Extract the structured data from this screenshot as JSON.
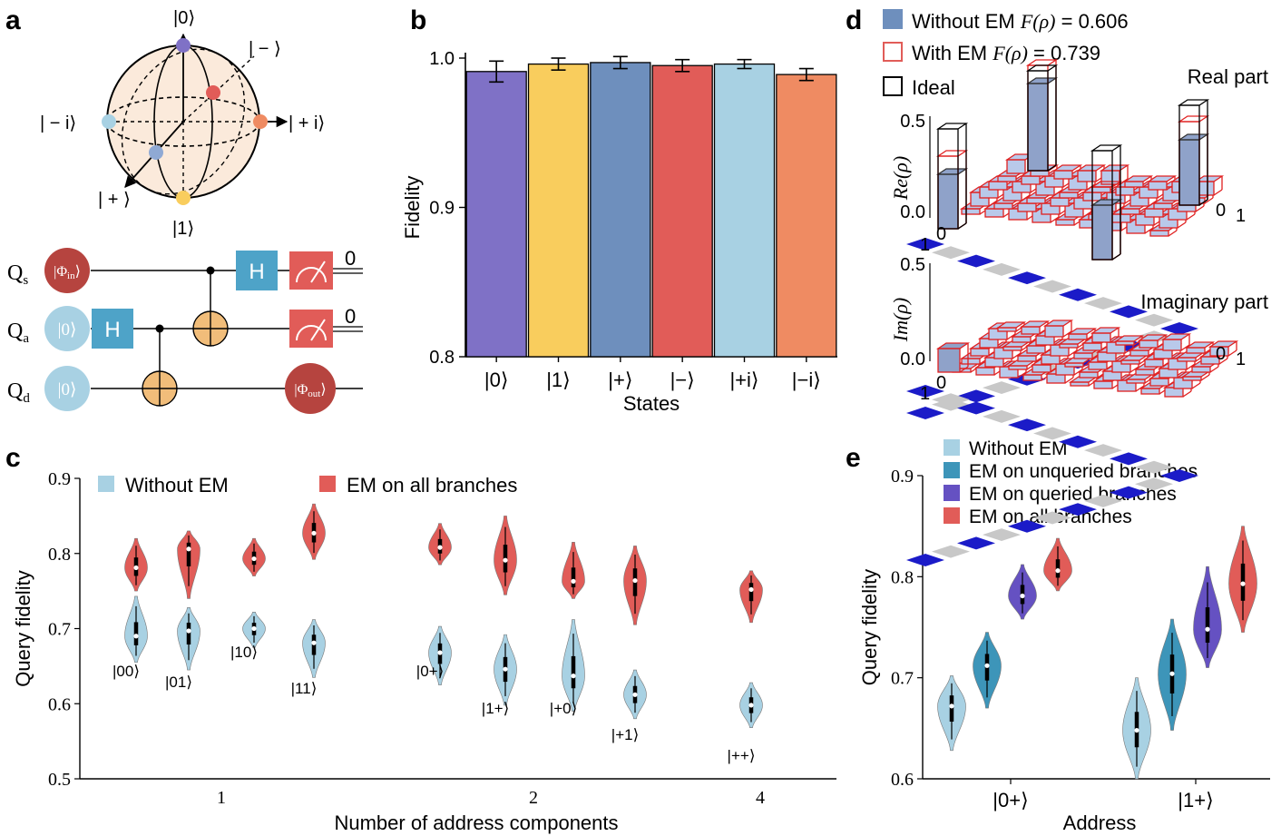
{
  "panel_labels": {
    "a": "a",
    "b": "b",
    "c": "c",
    "d": "d",
    "e": "e"
  },
  "colors": {
    "purple": "#7f71c6",
    "yellow": "#f9cd5d",
    "steel": "#6e8fbd",
    "red": "#e15c58",
    "lightblue": "#a8d1e3",
    "orange": "#ef8b62",
    "teal": "#3d95b9",
    "violet": "#6551c2",
    "circuit_red": "#b6443f",
    "circuit_blue": "#4ea3c8",
    "circuit_orange": "#f1bd7a",
    "sphere": "#fbeadb"
  },
  "bloch": {
    "labels": {
      "zero": "|0⟩",
      "one": "|1⟩",
      "minus": "| − ⟩",
      "plus": "| + ⟩",
      "plus_i": "| + i⟩",
      "minus_i": "| − i⟩"
    }
  },
  "circuit": {
    "qubits": [
      "Q",
      "Q",
      "Q"
    ],
    "subscripts": [
      "s",
      "a",
      "d"
    ],
    "input_state": "|Φ",
    "input_sub": "in",
    "output_state": "|Φ",
    "output_sub": "out",
    "ket_zero": "|0⟩",
    "gate_h": "H",
    "readout": [
      "0",
      "0"
    ]
  },
  "panel_d": {
    "legend": [
      {
        "label": "Without EM",
        "fidelity_label": "F(ρ)",
        "value": "= 0.606"
      },
      {
        "label": "With EM",
        "fidelity_label": "F(ρ)",
        "value": "= 0.739"
      },
      {
        "label": "Ideal"
      }
    ],
    "real_title": "Real part",
    "imag_title": "Imaginary part",
    "real_axis": "Re(ρ)",
    "imag_axis": "Im(ρ)",
    "ticks": [
      "0.5",
      "0.0"
    ],
    "corner_labels": [
      "0",
      "1",
      "0",
      "1"
    ]
  },
  "chart_data": [
    {
      "panel": "b",
      "type": "bar",
      "categories": [
        "|0⟩",
        "|1⟩",
        "|+⟩",
        "|−⟩",
        "|+i⟩",
        "|−i⟩"
      ],
      "values": [
        0.991,
        0.996,
        0.997,
        0.995,
        0.996,
        0.989
      ],
      "errors": [
        0.007,
        0.004,
        0.004,
        0.004,
        0.003,
        0.004
      ],
      "colors": [
        "#7f71c6",
        "#f9cd5d",
        "#6e8fbd",
        "#e15c58",
        "#a8d1e3",
        "#ef8b62"
      ],
      "xlabel": "States",
      "ylabel": "Fidelity",
      "ylim": [
        0.8,
        1.0
      ],
      "yticks": [
        "0.8",
        "0.9",
        "1.0"
      ]
    },
    {
      "panel": "c",
      "type": "violin",
      "xlabel": "Number of address components",
      "ylabel": "Query fidelity",
      "ylim": [
        0.5,
        0.9
      ],
      "yticks": [
        "0.5",
        "0.6",
        "0.7",
        "0.8",
        "0.9"
      ],
      "group_ticks": [
        "1",
        "2",
        "4"
      ],
      "legend": [
        "Without EM",
        "EM on all branches"
      ],
      "series": [
        {
          "name": "Without EM",
          "color": "#a8d1e3",
          "labels": [
            "|00⟩",
            "|01⟩",
            "|10⟩",
            "|11⟩",
            "|0+⟩",
            "|1+⟩",
            "|+0⟩",
            "|+1⟩",
            "|++⟩"
          ],
          "median": [
            0.69,
            0.697,
            0.7,
            0.681,
            0.668,
            0.646,
            0.637,
            0.612,
            0.598
          ],
          "min": [
            0.655,
            0.645,
            0.675,
            0.635,
            0.625,
            0.598,
            0.59,
            0.58,
            0.568
          ],
          "max": [
            0.743,
            0.728,
            0.722,
            0.712,
            0.703,
            0.692,
            0.712,
            0.645,
            0.628
          ]
        },
        {
          "name": "EM on all branches",
          "color": "#e15c58",
          "median": [
            0.781,
            0.806,
            0.793,
            0.827,
            0.808,
            0.791,
            0.763,
            0.764,
            0.752
          ],
          "min": [
            0.75,
            0.74,
            0.77,
            0.792,
            0.785,
            0.745,
            0.74,
            0.705,
            0.708
          ],
          "max": [
            0.82,
            0.83,
            0.82,
            0.866,
            0.84,
            0.85,
            0.815,
            0.81,
            0.777
          ]
        }
      ]
    },
    {
      "panel": "e",
      "type": "violin",
      "xlabel": "Address",
      "ylabel": "Query fidelity",
      "ylim": [
        0.6,
        0.9
      ],
      "yticks": [
        "0.6",
        "0.7",
        "0.8",
        "0.9"
      ],
      "categories": [
        "|0+⟩",
        "|1+⟩"
      ],
      "legend": [
        "Without EM",
        "EM on unqueried branches",
        "EM on queried branches",
        "EM on all branches"
      ],
      "series": [
        {
          "name": "Without EM",
          "color": "#a8d1e3",
          "median": [
            0.672,
            0.648
          ],
          "min": [
            0.628,
            0.6
          ],
          "max": [
            0.702,
            0.7
          ]
        },
        {
          "name": "EM on unqueried branches",
          "color": "#3d95b9",
          "median": [
            0.712,
            0.704
          ],
          "min": [
            0.67,
            0.648
          ],
          "max": [
            0.745,
            0.758
          ]
        },
        {
          "name": "EM on queried branches",
          "color": "#6551c2",
          "median": [
            0.781,
            0.748
          ],
          "min": [
            0.758,
            0.71
          ],
          "max": [
            0.812,
            0.81
          ]
        },
        {
          "name": "EM on all branches",
          "color": "#e15c58",
          "median": [
            0.806,
            0.793
          ],
          "min": [
            0.786,
            0.745
          ],
          "max": [
            0.838,
            0.85
          ]
        }
      ]
    }
  ]
}
